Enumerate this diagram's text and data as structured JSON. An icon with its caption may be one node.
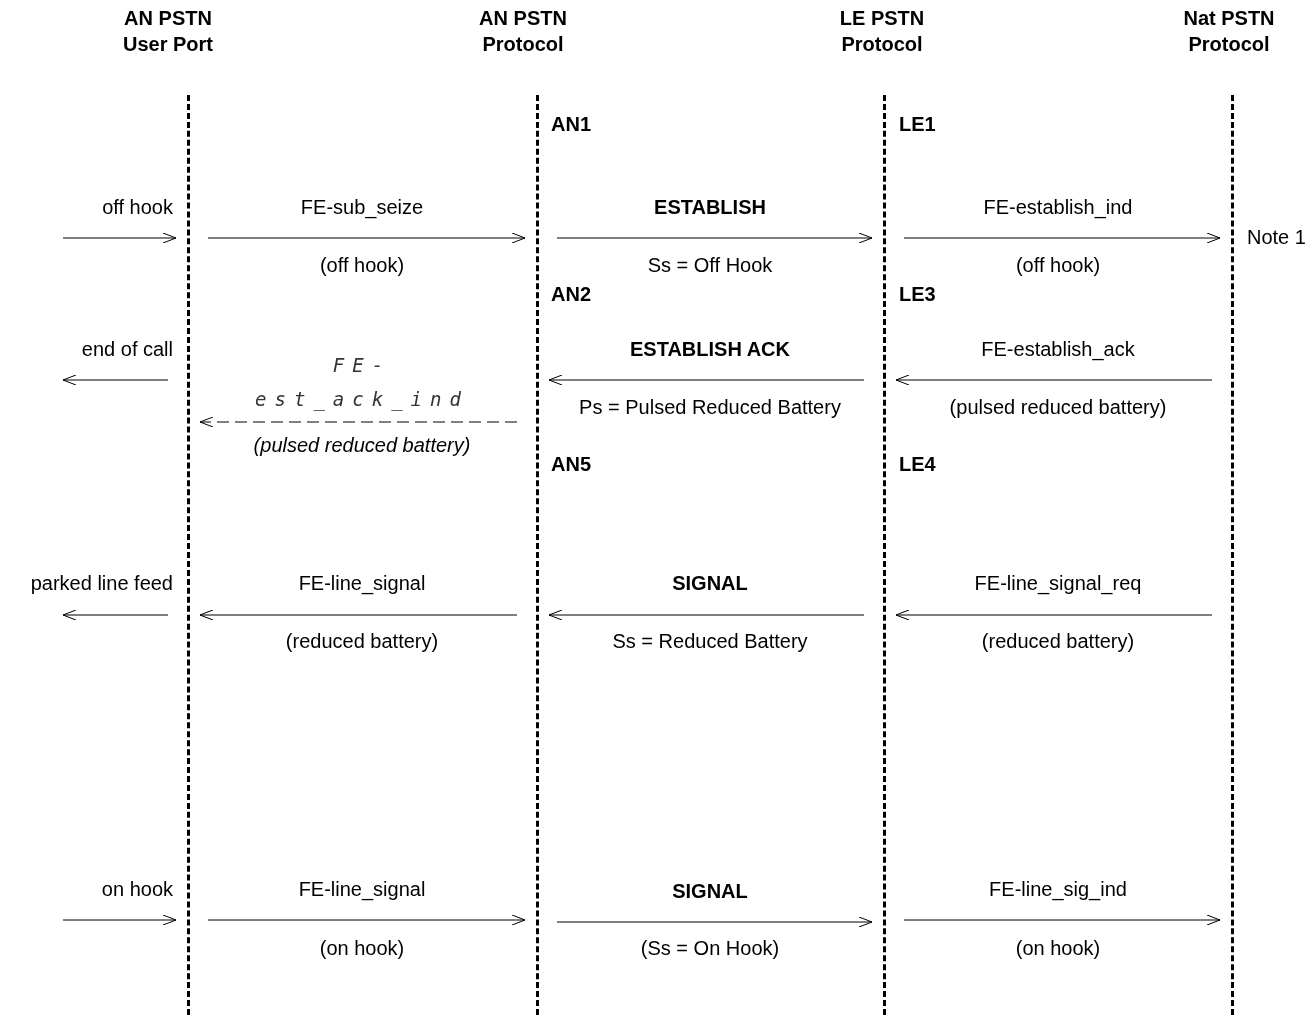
{
  "diagram": {
    "nodes": [
      {
        "text": [
          "AN PSTN User Port"
        ]
      },
      {
        "text": [
          "AN PSTN Protocol"
        ]
      },
      {
        "text": [
          "LE PSTN Protocol"
        ]
      },
      {
        "text": [
          "Nat PSTN Protocol"
        ]
      }
    ],
    "edges": [
      {
        "from": null,
        "to": 0,
        "arrow": "to",
        "label": "off hook"
      },
      {
        "from": 0,
        "to": 1,
        "arrow": "to",
        "label": "FE-sub_seize"
      },
      {
        "from": 1,
        "to": 2,
        "arrow": "to",
        "label": "ESTABLISH"
      },
      {
        "from": 2,
        "to": 3,
        "arrow": "to",
        "label": "FE-establish_ind"
      },
      {
        "from": 0,
        "to": null,
        "arrow": "to",
        "label": "end of call"
      },
      {
        "from": 1,
        "to": 0,
        "arrow": "to",
        "label": "FE- est_ack_ind",
        "style": "dashed"
      },
      {
        "from": 2,
        "to": 1,
        "arrow": "to",
        "label": "ESTABLISH ACK"
      },
      {
        "from": 3,
        "to": 2,
        "arrow": "to",
        "label": "FE-establish_ack"
      },
      {
        "from": 0,
        "to": null,
        "arrow": "to",
        "label": "parked line feed"
      },
      {
        "from": 1,
        "to": 0,
        "arrow": "to",
        "label": "FE-line_signal"
      },
      {
        "from": 2,
        "to": 1,
        "arrow": "to",
        "label": "SIGNAL"
      },
      {
        "from": 3,
        "to": 2,
        "arrow": "to",
        "label": "FE-line_signal_req"
      },
      {
        "from": null,
        "to": 0,
        "arrow": "to",
        "label": "on hook"
      },
      {
        "from": 0,
        "to": 1,
        "arrow": "to",
        "label": "FE-line_signal"
      },
      {
        "from": 1,
        "to": 2,
        "arrow": "to",
        "label": "SIGNAL"
      },
      {
        "from": 2,
        "to": 3,
        "arrow": "to",
        "label": "FE-line_sig_ind"
      }
    ],
    "labels": [
      "AN1",
      "LE1",
      "(off hook)",
      "Ss = Off Hook",
      "(off hook)",
      "Note 1",
      "AN2",
      "LE3",
      "Ps = Pulsed Reduced Battery",
      "(pulsed reduced battery)",
      "(pulsed reduced battery)",
      "AN5",
      "LE4",
      "(reduced battery)",
      "Ss = Reduced Battery",
      "(reduced battery)",
      "(on hook)",
      "(Ss = On Hook)",
      "(on hook)"
    ]
  }
}
